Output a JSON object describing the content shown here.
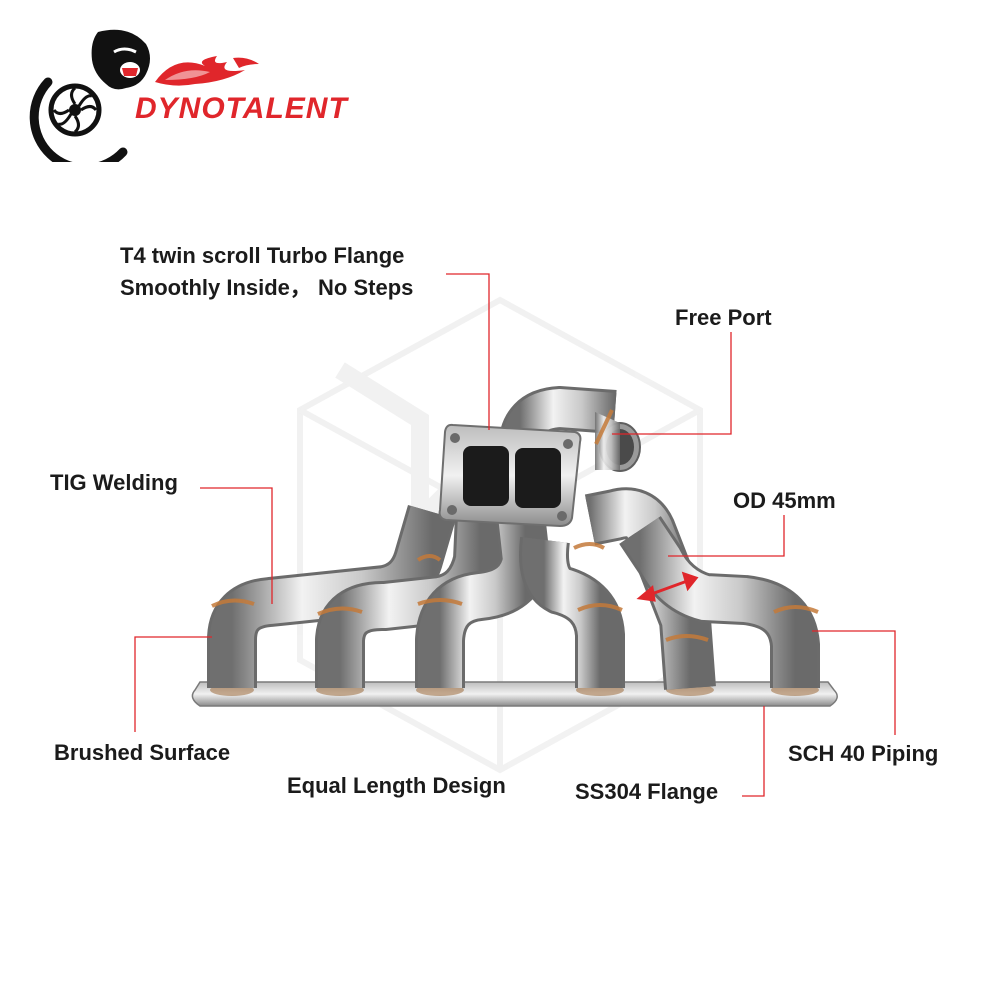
{
  "brand": {
    "name": "DYNOTALENT",
    "logo_icon": "gorilla-turbo-logo-icon",
    "accent_color": "#e0262b"
  },
  "callouts": {
    "turbo_flange_line1": "T4 twin scroll Turbo Flange",
    "turbo_flange_line2": "Smoothly Inside，  No Steps",
    "free_port": "Free Port",
    "tig_welding": "TIG Welding",
    "od": "OD 45mm",
    "brushed_surface": "Brushed Surface",
    "equal_length": "Equal Length Design",
    "ss304_flange": "SS304 Flange",
    "sch40_piping": "SCH 40 Piping"
  },
  "colors": {
    "leader_line": "#e0262b",
    "text": "#1b1b1b",
    "steel_light": "#e4e4e4",
    "steel_dark": "#8a8a8a",
    "weld": "#c47a3a"
  },
  "product_image": "exhaust-manifold-photo"
}
